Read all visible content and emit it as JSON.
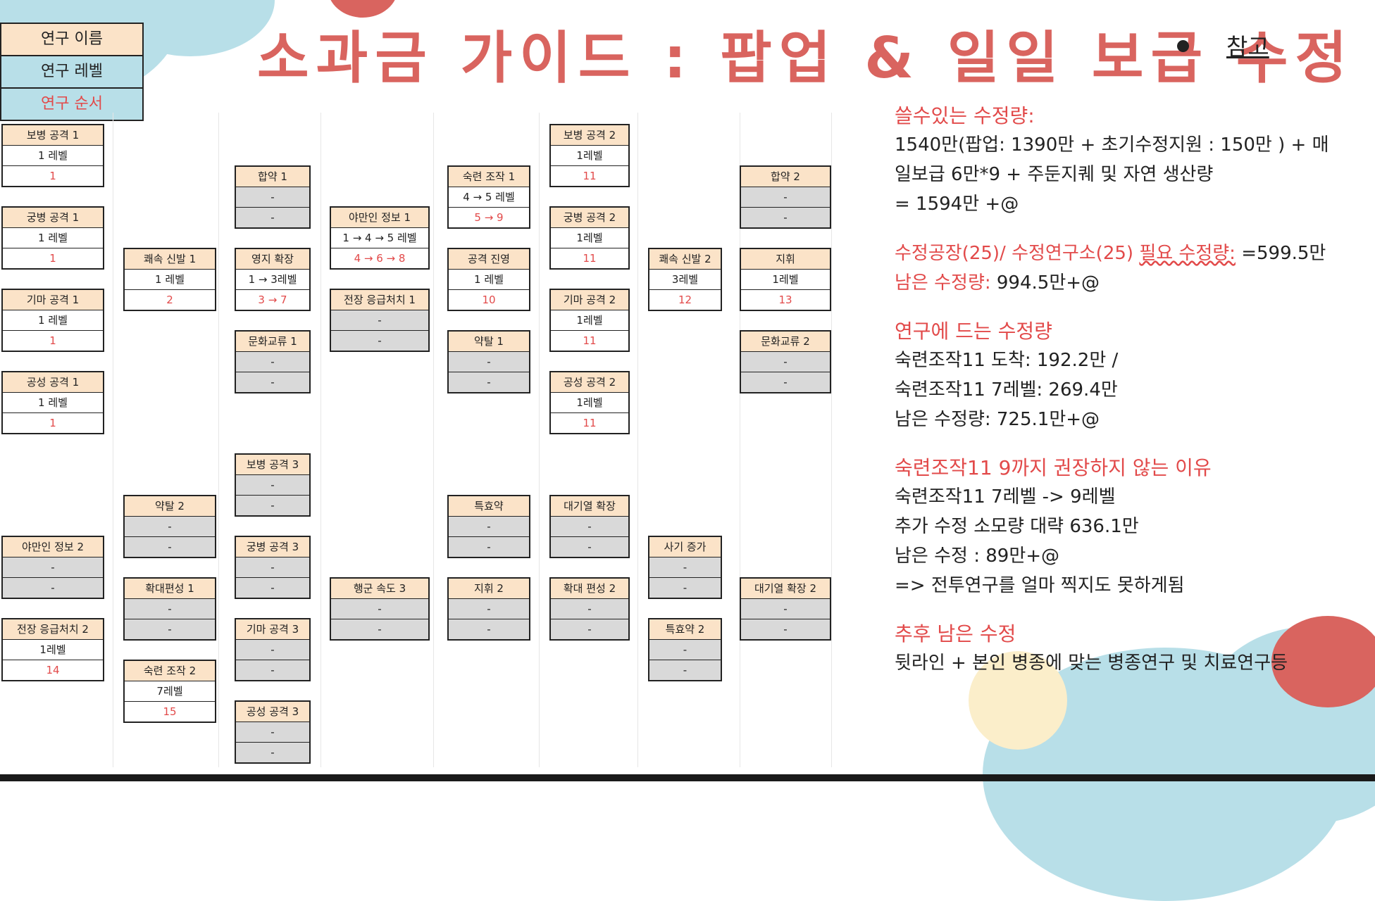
{
  "title": "소과금 가이드 : 팝업 & 일일 보급 수정",
  "reference_link": "참고",
  "legend": {
    "name": "연구 이름",
    "level": "연구 레벨",
    "order": "연구 순서"
  },
  "colors": {
    "accent": "#d9645f",
    "name_bg": "#fbe3c8",
    "level_bg": "#b8dfe8",
    "red_text": "#e24a4a",
    "empty_bg": "#d9d9d9"
  },
  "boxes": [
    {
      "id": "b1",
      "name": "보병 공격 1",
      "level": "1 레벨",
      "order": "1"
    },
    {
      "id": "b2",
      "name": "궁병 공격 1",
      "level": "1 레벨",
      "order": "1"
    },
    {
      "id": "b3",
      "name": "기마 공격 1",
      "level": "1 레벨",
      "order": "1"
    },
    {
      "id": "b4",
      "name": "공성 공격 1",
      "level": "1 레벨",
      "order": "1"
    },
    {
      "id": "b5",
      "name": "야만인 정보 2",
      "level": "-",
      "order": "-"
    },
    {
      "id": "b6",
      "name": "전장 응급처치 2",
      "level": "1레벨",
      "order": "14"
    },
    {
      "id": "b7",
      "name": "쾌속 신발 1",
      "level": "1 레벨",
      "order": "2"
    },
    {
      "id": "b8",
      "name": "약탈 2",
      "level": "-",
      "order": "-"
    },
    {
      "id": "b9",
      "name": "확대편성 1",
      "level": "-",
      "order": "-"
    },
    {
      "id": "b10",
      "name": "숙련 조작 2",
      "level": "7레벨",
      "order": "15"
    },
    {
      "id": "b11",
      "name": "합약 1",
      "level": "-",
      "order": "-"
    },
    {
      "id": "b12",
      "name": "영지 확장",
      "level": "1 → 3레벨",
      "order": "3 → 7"
    },
    {
      "id": "b13",
      "name": "문화교류 1",
      "level": "-",
      "order": "-"
    },
    {
      "id": "b14",
      "name": "보병 공격 3",
      "level": "-",
      "order": "-"
    },
    {
      "id": "b15",
      "name": "궁병 공격 3",
      "level": "-",
      "order": "-"
    },
    {
      "id": "b16",
      "name": "기마 공격 3",
      "level": "-",
      "order": "-"
    },
    {
      "id": "b17",
      "name": "공성 공격 3",
      "level": "-",
      "order": "-"
    },
    {
      "id": "b18",
      "name": "야만인 정보 1",
      "level": "1 → 4 → 5 레벨",
      "order": "4 → 6 → 8"
    },
    {
      "id": "b19",
      "name": "전장 응급처치 1",
      "level": "-",
      "order": "-"
    },
    {
      "id": "b20",
      "name": "행군 속도 3",
      "level": "-",
      "order": "-"
    },
    {
      "id": "b21",
      "name": "숙련 조작 1",
      "level": "4 → 5 레벨",
      "order": "5 → 9"
    },
    {
      "id": "b22",
      "name": "공격 진영",
      "level": "1 레벨",
      "order": "10"
    },
    {
      "id": "b23",
      "name": "약탈 1",
      "level": "-",
      "order": "-"
    },
    {
      "id": "b24",
      "name": "특효약",
      "level": "-",
      "order": "-"
    },
    {
      "id": "b25",
      "name": "지휘 2",
      "level": "-",
      "order": "-"
    },
    {
      "id": "b26",
      "name": "보병 공격 2",
      "level": "1레벨",
      "order": "11"
    },
    {
      "id": "b27",
      "name": "궁병 공격 2",
      "level": "1레벨",
      "order": "11"
    },
    {
      "id": "b28",
      "name": "기마 공격 2",
      "level": "1레벨",
      "order": "11"
    },
    {
      "id": "b29",
      "name": "공성 공격 2",
      "level": "1레벨",
      "order": "11"
    },
    {
      "id": "b30",
      "name": "대기열 확장",
      "level": "-",
      "order": "-"
    },
    {
      "id": "b31",
      "name": "확대 편성 2",
      "level": "-",
      "order": "-"
    },
    {
      "id": "b32",
      "name": "쾌속 신발 2",
      "level": "3레벨",
      "order": "12"
    },
    {
      "id": "b33",
      "name": "사기 증가",
      "level": "-",
      "order": "-"
    },
    {
      "id": "b34",
      "name": "특효약 2",
      "level": "-",
      "order": "-"
    },
    {
      "id": "b35",
      "name": "합약 2",
      "level": "-",
      "order": "-"
    },
    {
      "id": "b36",
      "name": "지휘",
      "level": "1레벨",
      "order": "13"
    },
    {
      "id": "b37",
      "name": "문화교류 2",
      "level": "-",
      "order": "-"
    },
    {
      "id": "b38",
      "name": "대기열 확장 2",
      "level": "-",
      "order": "-"
    }
  ],
  "notes": {
    "s1": {
      "heading": "쓸수있는 수정량:",
      "lines": [
        "1540만(팝업: 1390만 + 초기수정지원 : 150만 ) + 매",
        "일보급 6만*9 + 주둔지퀘 및 자연 생산량",
        "= 1594만 +@"
      ]
    },
    "s2": {
      "heading_a": "수정공장(25)/ 수정연구소(25) ",
      "heading_b": "필요 수정량:",
      "value": " =599.5만",
      "remain_label": "남은 수정량:",
      "remain_value": " 994.5만+@"
    },
    "s3": {
      "heading": "연구에 드는 수정량",
      "lines": [
        "숙련조작11 도착: 192.2만 /",
        "숙련조작11 7레벨: 269.4만",
        "남은 수정량: 725.1만+@"
      ]
    },
    "s4": {
      "heading": "숙련조작11 9까지 권장하지 않는 이유",
      "lines": [
        "숙련조작11 7레벨 -> 9레벨",
        "추가 수정 소모량 대략 636.1만",
        "남은 수정 : 89만+@",
        "=> 전투연구를 얼마 찍지도 못하게됨"
      ]
    },
    "s5": {
      "heading": "추후 남은 수정",
      "lines": [
        "뒷라인 + 본인 병종에 맞는 병종연구 및 치료연구등"
      ]
    }
  }
}
